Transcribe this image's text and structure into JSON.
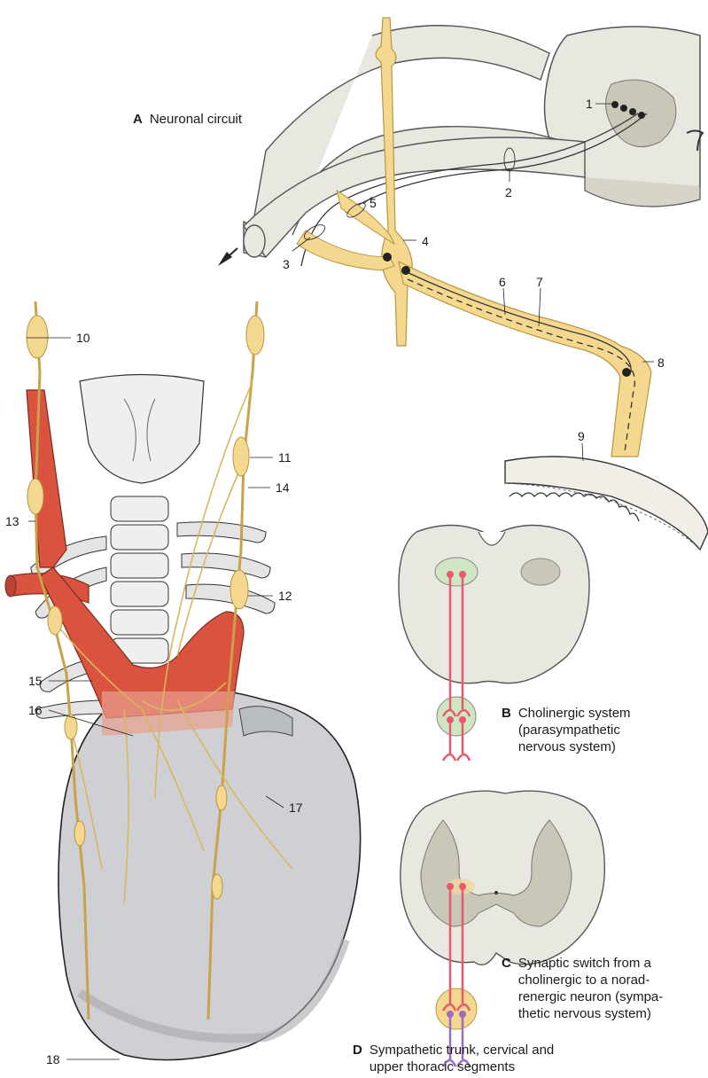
{
  "panels": {
    "a": {
      "letter": "A",
      "title": "Neuronal circuit"
    },
    "b": {
      "letter": "B",
      "title_lines": [
        "Cholinergic system",
        "(parasympathetic",
        "nervous system)"
      ]
    },
    "c": {
      "letter": "C",
      "title_lines": [
        "Synaptic switch from a",
        "cholinergic to a norad-",
        "renergic neuron (sympa-",
        "thetic nervous system)"
      ]
    },
    "d": {
      "letter": "D",
      "title_lines": [
        "Sympathetic trunk, cervical and",
        "upper thoracic segments"
      ]
    }
  },
  "labels": [
    "1",
    "2",
    "3",
    "4",
    "5",
    "6",
    "7",
    "8",
    "9",
    "10",
    "11",
    "12",
    "13",
    "14",
    "15",
    "16",
    "17",
    "18"
  ],
  "colors": {
    "nerve_yellow": "#f5d890",
    "nerve_outline": "#b8963e",
    "cord_grey": "#e9e8e0",
    "cord_dark": "#c9c7b8",
    "artery_red": "#d9533f",
    "heart_grey": "#cfd0d3",
    "cholinergic_red": "#e8596a",
    "adrenergic_purple": "#9b6cc1",
    "ganglion_green": "#cfe6c4"
  }
}
